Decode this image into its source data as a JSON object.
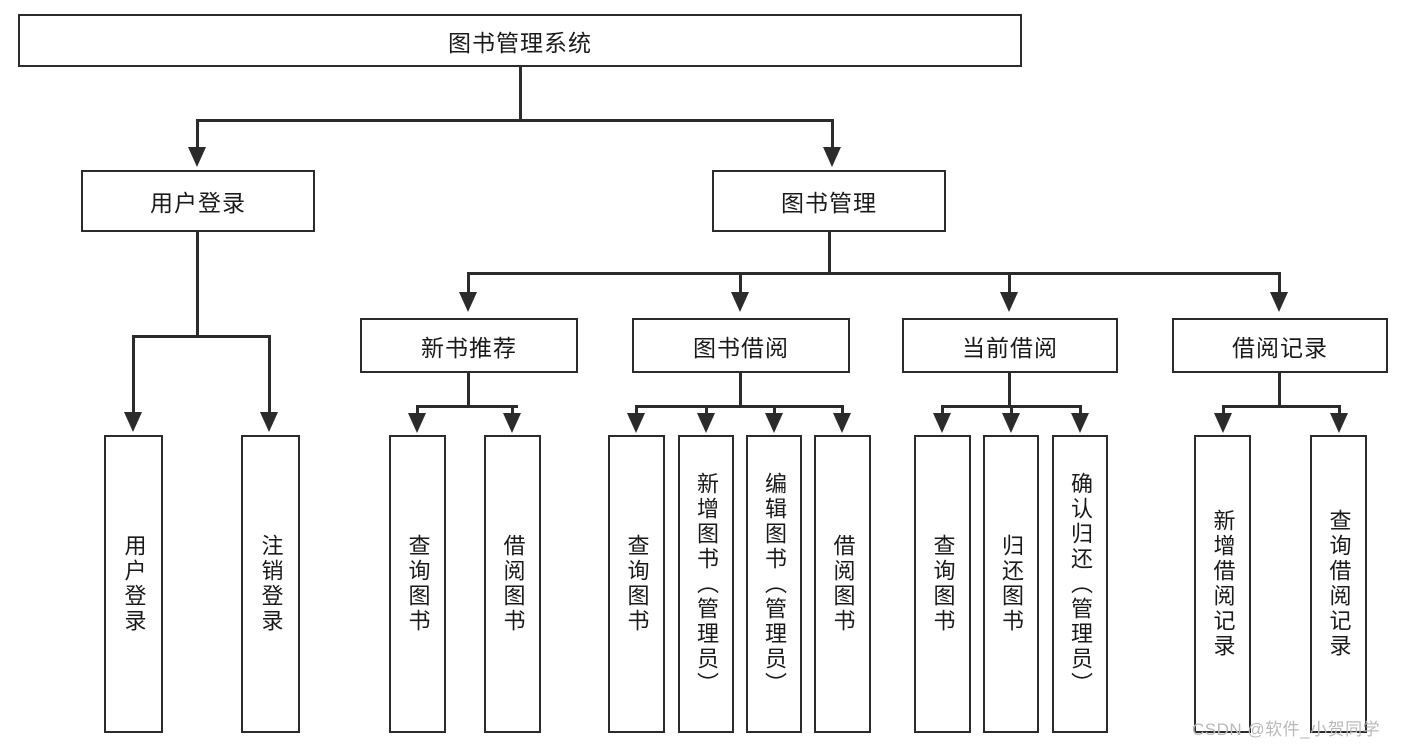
{
  "diagram": {
    "title": "图书管理系统",
    "type": "hierarchy-tree",
    "root": {
      "label": "图书管理系统"
    },
    "level2": [
      {
        "id": "user-login",
        "label": "用户登录"
      },
      {
        "id": "book-management",
        "label": "图书管理"
      }
    ],
    "level3": [
      {
        "id": "new-book-recommend",
        "label": "新书推荐"
      },
      {
        "id": "book-borrow",
        "label": "图书借阅"
      },
      {
        "id": "current-borrow",
        "label": "当前借阅"
      },
      {
        "id": "borrow-record",
        "label": "借阅记录"
      }
    ],
    "leaves": [
      {
        "id": "leaf-user-login",
        "label": "用户登录"
      },
      {
        "id": "leaf-logout-login",
        "label": "注销登录"
      },
      {
        "id": "leaf-query-book-1",
        "label": "查询图书"
      },
      {
        "id": "leaf-borrow-book-1",
        "label": "借阅图书"
      },
      {
        "id": "leaf-query-book-2",
        "label": "查询图书"
      },
      {
        "id": "leaf-add-book",
        "label": "新增图书（管理员）"
      },
      {
        "id": "leaf-edit-book",
        "label": "编辑图书（管理员）"
      },
      {
        "id": "leaf-borrow-book-2",
        "label": "借阅图书"
      },
      {
        "id": "leaf-query-book-3",
        "label": "查询图书"
      },
      {
        "id": "leaf-return-book",
        "label": "归还图书"
      },
      {
        "id": "leaf-confirm-return",
        "label": "确认归还（管理员）"
      },
      {
        "id": "leaf-add-borrow-record",
        "label": "新增借阅记录"
      },
      {
        "id": "leaf-query-borrow-record",
        "label": "查询借阅记录"
      }
    ]
  },
  "watermark": {
    "text": "CSDN @软件_小贺同学"
  },
  "colors": {
    "stroke": "#2b2b2b",
    "background": "#ffffff",
    "text": "#1a1a1a",
    "watermark": "#b9b9b9"
  }
}
